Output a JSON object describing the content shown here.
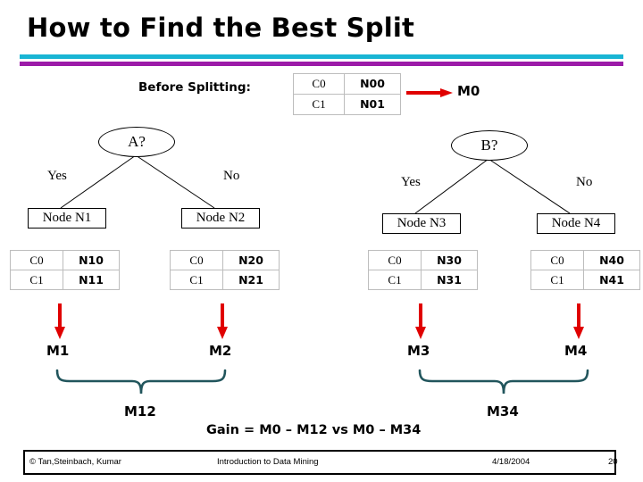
{
  "slide": {
    "title": "How to Find the Best Split",
    "accent_cyan": "#19b5d4",
    "accent_purple": "#9c1ba8",
    "arrow_color": "#e00000",
    "brace_color": "#21555c"
  },
  "before": {
    "label": "Before Splitting:",
    "table": {
      "rows": [
        {
          "cls": "C0",
          "count": "N00"
        },
        {
          "cls": "C1",
          "count": "N01"
        }
      ]
    },
    "measure": "M0"
  },
  "trees": [
    {
      "id": "a",
      "condition": "A?",
      "yes_label": "Yes",
      "no_label": "No",
      "children": [
        {
          "node": "Node N1",
          "table": {
            "rows": [
              {
                "cls": "C0",
                "count": "N10"
              },
              {
                "cls": "C1",
                "count": "N11"
              }
            ]
          },
          "measure": "M1"
        },
        {
          "node": "Node N2",
          "table": {
            "rows": [
              {
                "cls": "C0",
                "count": "N20"
              },
              {
                "cls": "C1",
                "count": "N21"
              }
            ]
          },
          "measure": "M2"
        }
      ],
      "combined": "M12"
    },
    {
      "id": "b",
      "condition": "B?",
      "yes_label": "Yes",
      "no_label": "No",
      "children": [
        {
          "node": "Node N3",
          "table": {
            "rows": [
              {
                "cls": "C0",
                "count": "N30"
              },
              {
                "cls": "C1",
                "count": "N31"
              }
            ]
          },
          "measure": "M3"
        },
        {
          "node": "Node N4",
          "table": {
            "rows": [
              {
                "cls": "C0",
                "count": "N40"
              },
              {
                "cls": "C1",
                "count": "N41"
              }
            ]
          },
          "measure": "M4"
        }
      ],
      "combined": "M34"
    }
  ],
  "gain": "Gain = M0 – M12 vs  M0 – M34",
  "footer": {
    "credit": "© Tan,Steinbach, Kumar",
    "course": "Introduction to Data Mining",
    "date": "4/18/2004",
    "page": "20"
  }
}
